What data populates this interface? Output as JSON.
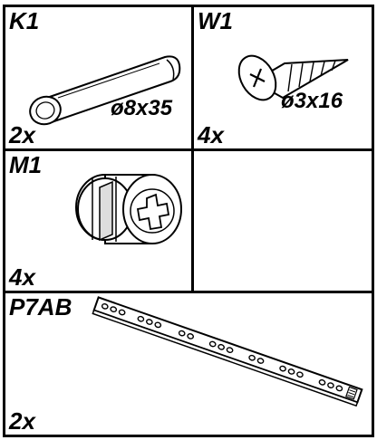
{
  "parts": {
    "k1": {
      "code": "K1",
      "quantity": "2x",
      "dimension": "ø8x35",
      "icon": "wooden-dowel"
    },
    "w1": {
      "code": "W1",
      "quantity": "4x",
      "dimension": "ø3x16",
      "icon": "countersunk-screw"
    },
    "m1": {
      "code": "M1",
      "quantity": "4x",
      "icon": "cam-lock-nut"
    },
    "p7ab": {
      "code": "P7AB",
      "quantity": "2x",
      "icon": "shelf-pin-strip"
    }
  }
}
